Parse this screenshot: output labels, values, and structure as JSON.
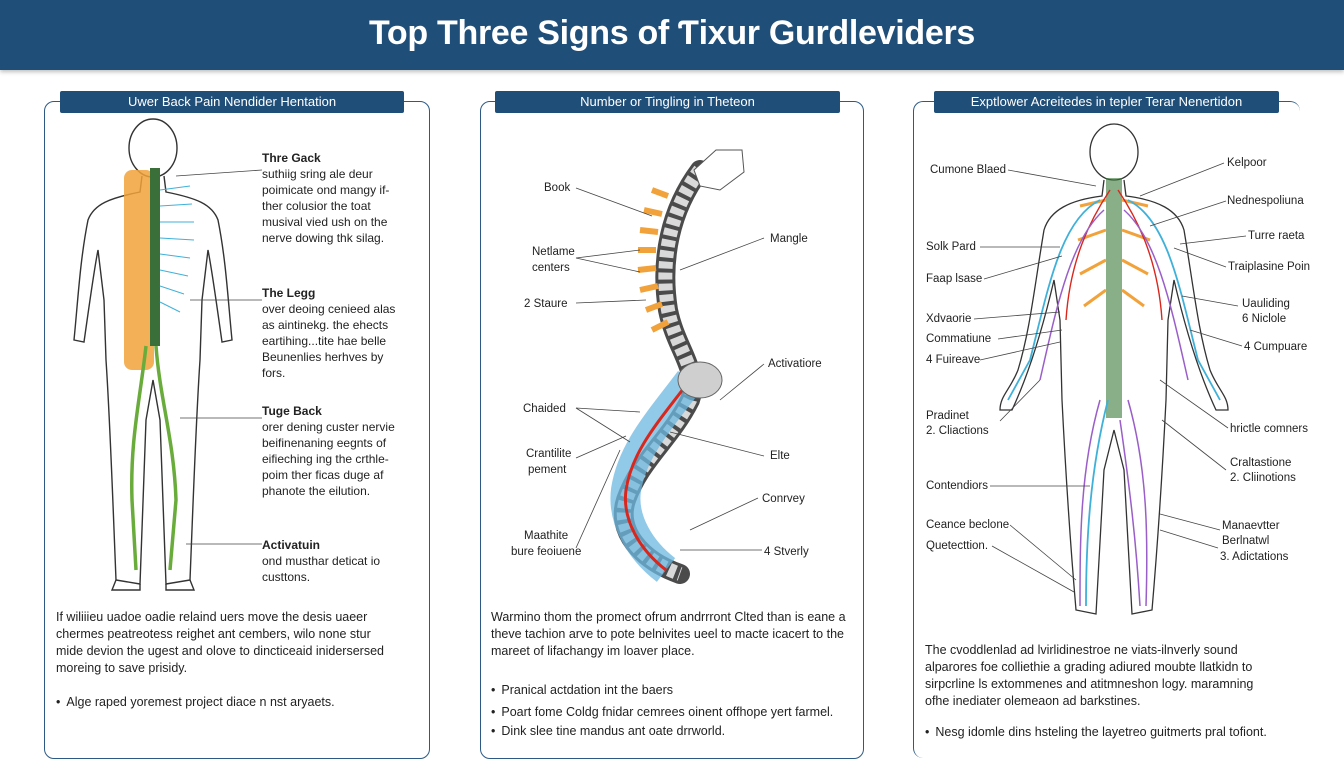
{
  "title": "Top Three Signs of Ƭixur Gurdleviders",
  "panel1": {
    "header": "Uwer Back Pain Nendider Hentation",
    "labels": [
      {
        "title": "Thre Gack",
        "text": [
          "suthiig sring ale deur",
          "poimicate ond mangy if-",
          "ther colusior the toat",
          "musival vied ush on the",
          "nerve dowing thk silag."
        ]
      },
      {
        "title": "The Legg",
        "text": [
          "over deoing cenieed alas",
          "as aintinekg. the ehects",
          "eartihing...tite hae belle",
          "Beunenlies herhves by",
          "fors."
        ]
      },
      {
        "title": "Tuge Back",
        "text": [
          "orer dening custer nervie",
          "beifinenaning eegnts of",
          "eifieching ing the crthle-",
          "poim ther ficas duge af",
          "phanote the eilution."
        ]
      },
      {
        "title": "Activatuin",
        "text": [
          "ond musthar deticat io",
          "custtons."
        ]
      }
    ],
    "paragraph": "If wiliiieu uadoe oadie relaind uers move the desis uaeer chermes peatreotess reighet ant cembers, wilo none stur mide devion the ugest and olove to dincticeaid inidersersed moreing to save prisidy.",
    "bullets": [
      "Alge raped yoremest project diace n nst aryaets."
    ]
  },
  "panel2": {
    "header": "Number or Tingling in Theteon",
    "labels_left": [
      "Book",
      "Netlame",
      "centers",
      "2 Staure",
      "Chaided",
      "Crantilite",
      "pement",
      "Maathite",
      "bure feoiuene"
    ],
    "labels_right": [
      "Mangle",
      "Activatiore",
      "Elte",
      "Conrvey",
      "4 Stverly"
    ],
    "paragraph": "Warmino thom the promect ofrum andrrront Clted than is eane a theve tachion arve to pote belnivites ueel to macte icacert to the mareet of lifachangy im loaver place.",
    "bullets": [
      "Pranical actdation int the baers",
      "Poart fome Coldg fnidar cemrees oinent offhope yert farmel.",
      "Dink slee tine mandus ant oate drrworld."
    ]
  },
  "panel3": {
    "header": "Exptlower Acreitedes in tepler Terar Nenertidon",
    "labels_left": [
      "Cumone Blaed",
      "Solk Pard",
      "Faap lsase",
      "Xdvaorie",
      "Commatiune",
      "4 Fuireave",
      "Pradinet",
      "2. Cliactions",
      "Contendiors",
      "Ceance beclone",
      "Quetecttion."
    ],
    "labels_right": [
      "Kelpoor",
      "Nednespoliuna",
      "Turre raeta",
      "Traiplasine Poin",
      "Uauliding",
      "6 Niclole",
      "4 Cumpuare",
      "hrictle comners",
      "Craltastione",
      "2. Cliinotions",
      "Manaevtter",
      "Berlnatwl",
      "3. Adictations"
    ],
    "paragraph": "The cvoddlenlad ad lvirlidinestroe ne viats-ilnverly sound alparores foe colliethie a grading adiured moubte llatkidn to sirpcrline ls extommenes and atitmneshon logy. maramning ofhe inediater olemeaon ad barkstines.",
    "bullets": [
      "Nesg idomle dins hsteling the layetreo guitmerts pral tofiont."
    ]
  },
  "colors": {
    "banner": "#1f4e78",
    "spine_orange": "#f2a23a",
    "nerve_green": "#6aac3c",
    "vertebra_blue": "#6cb8e0",
    "nerve_red": "#d8281e",
    "vessel_purple": "#9a5ec8",
    "vessel_cyan": "#3fb1d9"
  }
}
